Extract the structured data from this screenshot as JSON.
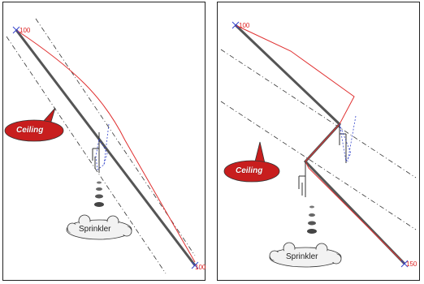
{
  "panels": [
    {
      "id": "left",
      "ceiling_label": "Ceiling",
      "sprinkler_label": "Sprinkler",
      "start_point_label": "100",
      "end_point_label": "100"
    },
    {
      "id": "right",
      "ceiling_label": "Ceiling",
      "sprinkler_label": "Sprinkler",
      "start_point_label": "100",
      "end_point_label": "150"
    }
  ],
  "colors": {
    "ceiling_line": "#555555",
    "path_line": "#e03030",
    "sprinkler_marker": "#3344cc",
    "dash_line": "#333333",
    "ceiling_bubble": "#c81e1e"
  }
}
